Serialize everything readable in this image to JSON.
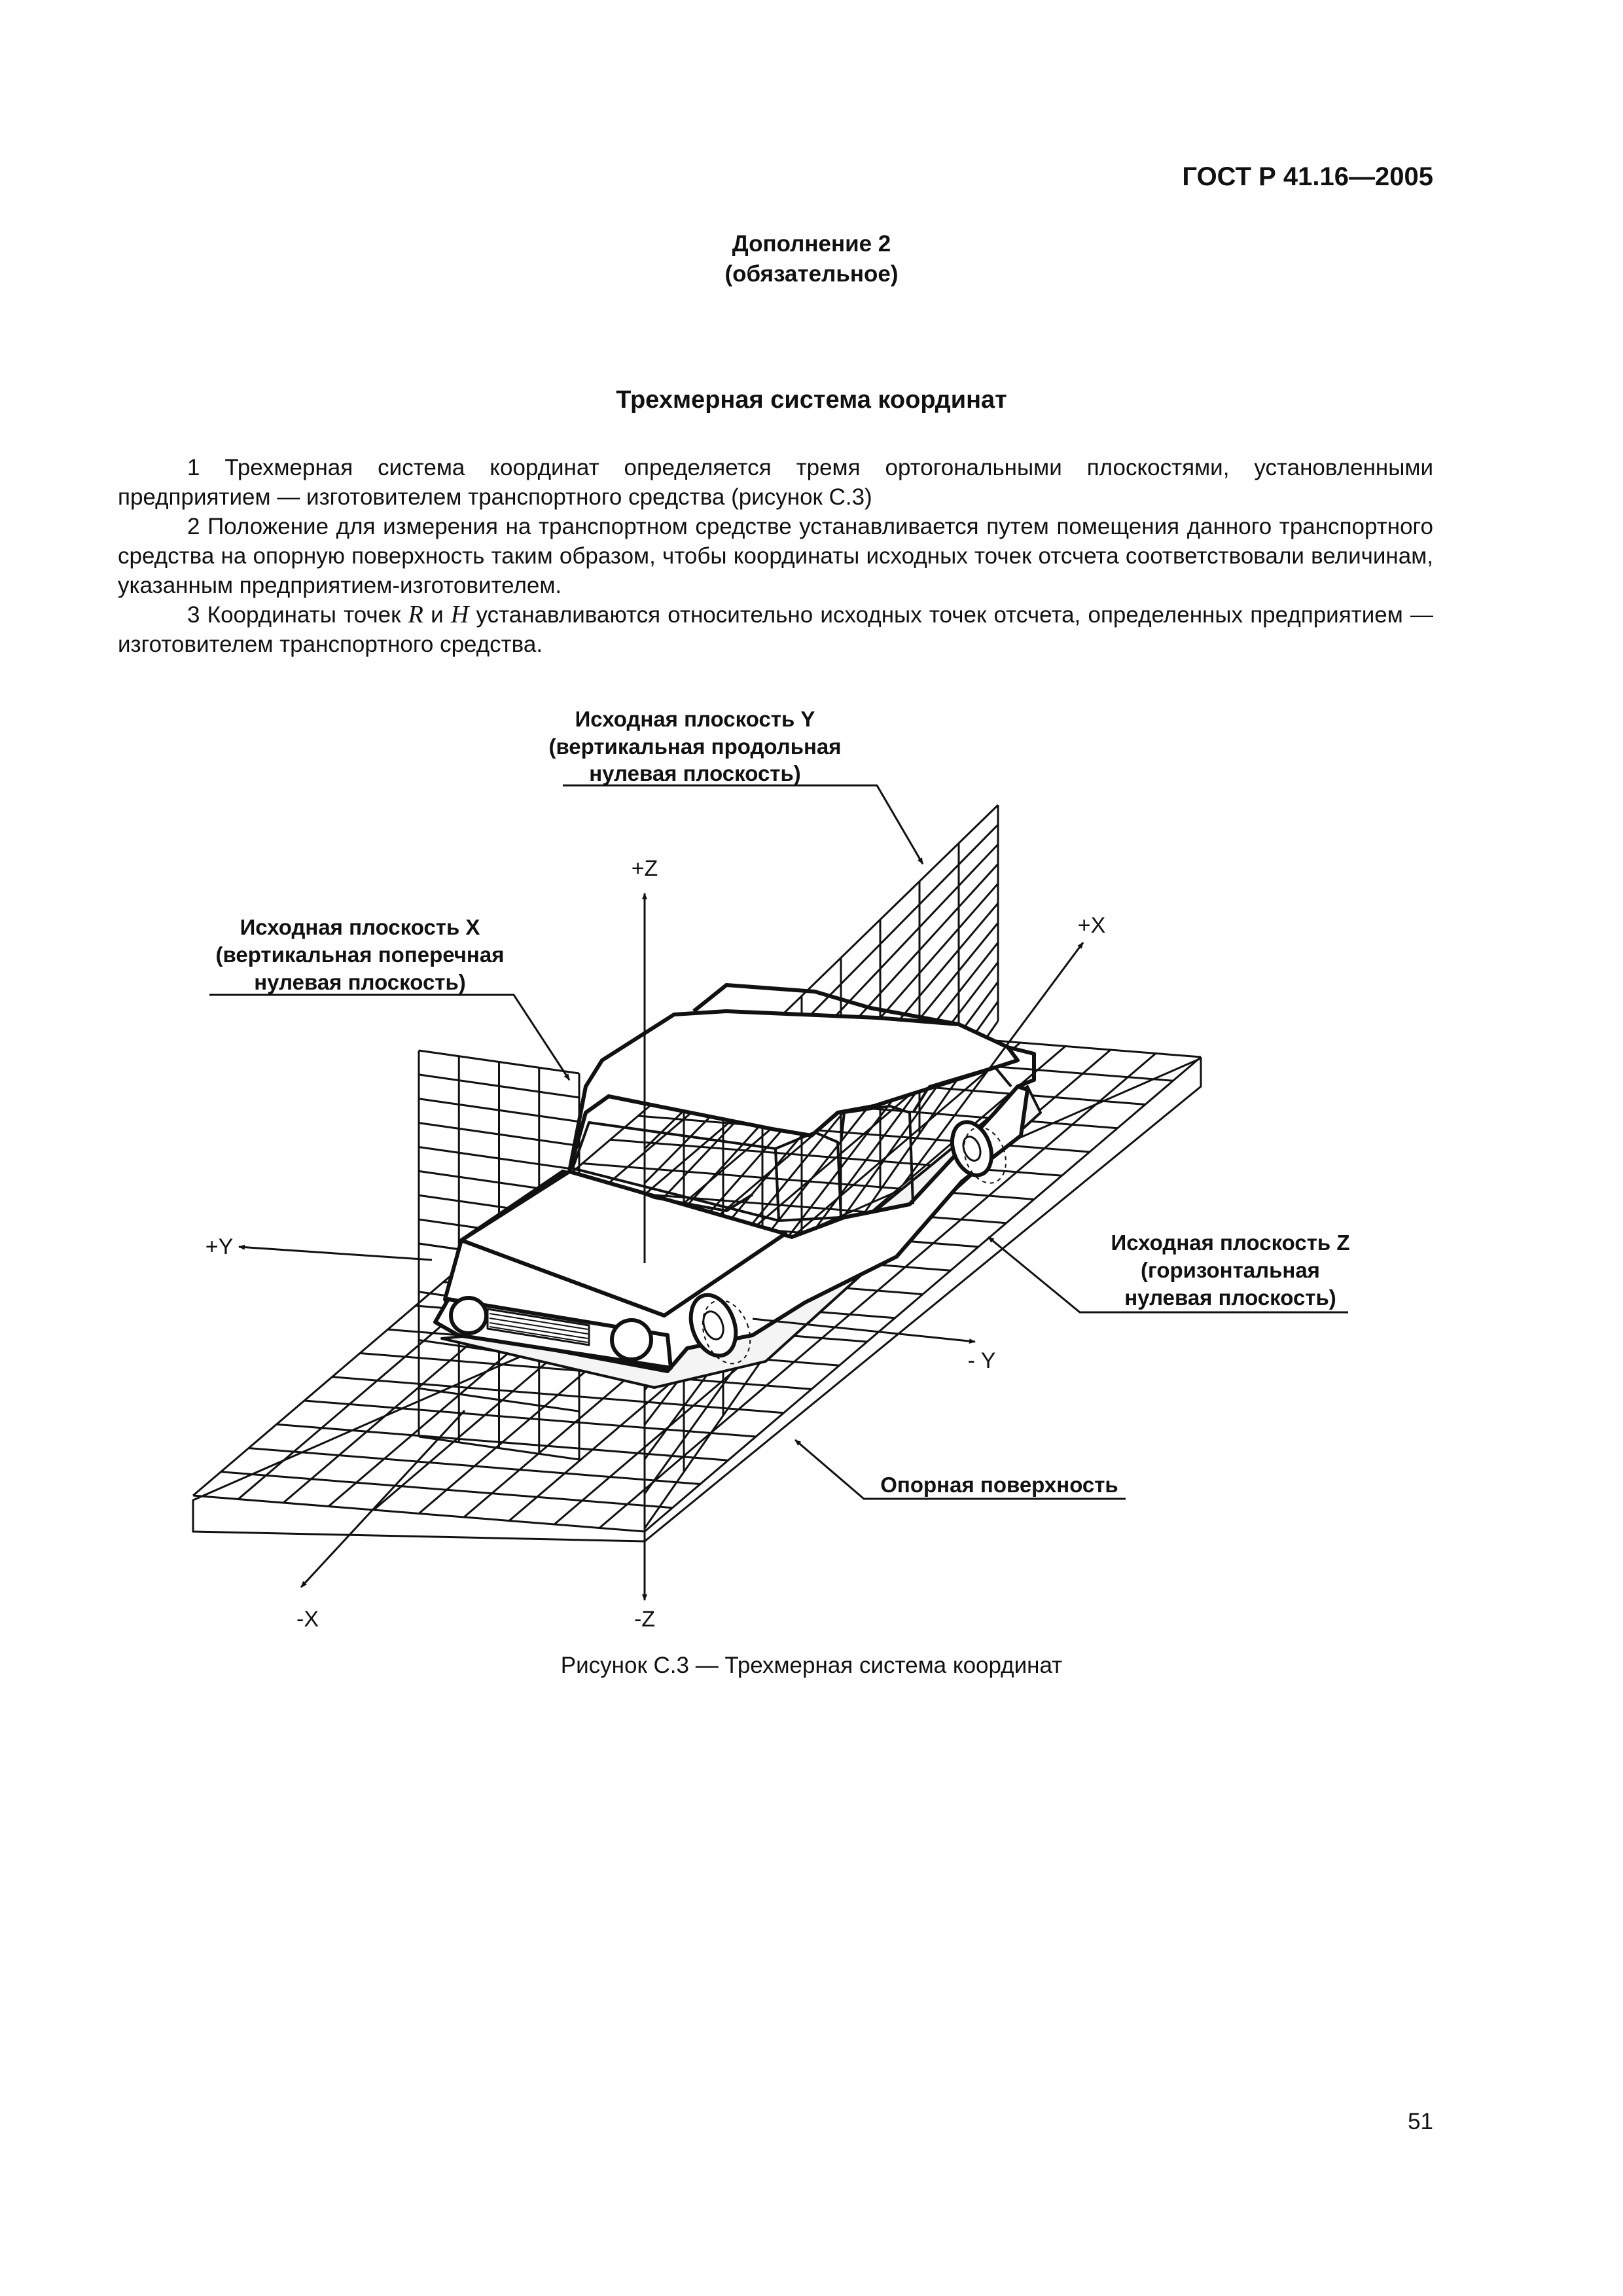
{
  "header": {
    "doc_code": "ГОСТ Р 41.16—2005"
  },
  "appendix": {
    "line1": "Дополнение 2",
    "line2": "(обязательное)"
  },
  "section_title": "Трехмерная система координат",
  "paragraphs": {
    "p1": "1 Трехмерная система координат определяется тремя ортогональными плоскостями, установленными предприятием — изготовителем транспортного средства (рисунок С.3)",
    "p2": "2 Положение для измерения на транспортном средстве устанавливается путем помещения данного транспортного средства на опорную поверхность таким образом, чтобы координаты исходных точек отсчета соответствовали величинам, указанным предприятием-изготовителем.",
    "p3_before": "3 Координаты точек ",
    "p3_r": "R",
    "p3_and": " и ",
    "p3_h": "H",
    "p3_after": " устанавливаются относительно исходных точек отсчета, определенных предприятием — изготовителем транспортного средства."
  },
  "figure": {
    "plane_y": {
      "line1": "Исходная плоскость Y",
      "line2": "(вертикальная продольная",
      "line3": "нулевая плоскость)"
    },
    "plane_x": {
      "line1": "Исходная плоскость X",
      "line2": "(вертикальная поперечная",
      "line3": "нулевая плоскость)"
    },
    "plane_z": {
      "line1": "Исходная плоскость Z",
      "line2": "(горизонтальная",
      "line3": "нулевая плоскость)"
    },
    "support_surface": "Опорная поверхность",
    "axes": {
      "pz": "+Z",
      "nz": "-Z",
      "px": "+X",
      "nx": "-X",
      "py": "+Y",
      "ny": "- Y"
    }
  },
  "caption": "Рисунок С.3 — Трехмерная система координат",
  "page_number": "51"
}
